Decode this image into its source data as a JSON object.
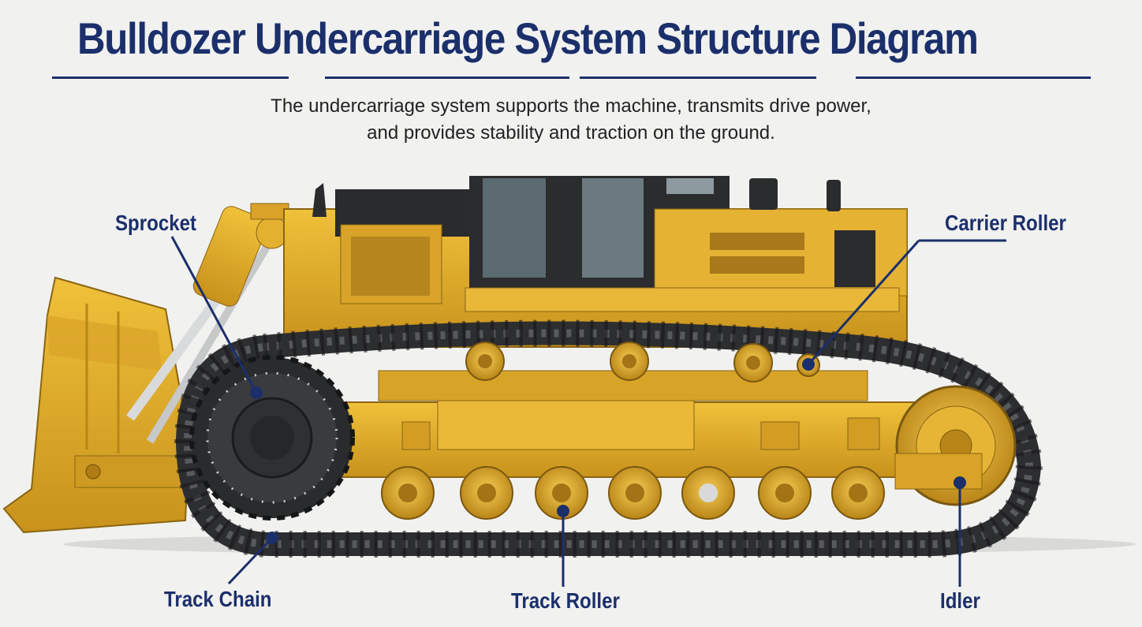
{
  "header": {
    "title": "Bulldozer Undercarriage System Structure Diagram",
    "subtitle_line1": "The undercarriage system supports the machine, transmits drive power,",
    "subtitle_line2": "and provides stability and traction on the ground."
  },
  "labels": {
    "sprocket": "Sprocket",
    "carrier_roller": "Carrier Roller",
    "track_chain": "Track Chain",
    "track_roller": "Track Roller",
    "idler": "Idler"
  },
  "colors": {
    "machine_yellow": "#e3ad2a",
    "track_dark": "#2d2e30",
    "label_navy": "#1b2f6b"
  }
}
